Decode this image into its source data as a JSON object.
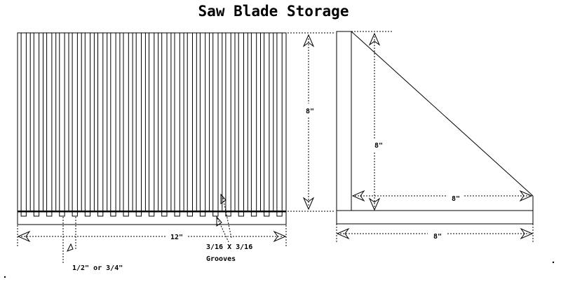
{
  "title": "Saw Blade Storage",
  "front_view": {
    "width_label": "12\"",
    "height_label": "8\"",
    "spacer_label": "1/2\" or 3/4\"",
    "groove_label_line1": "3/16 X 3/16",
    "groove_label_line2": "Grooves"
  },
  "side_view": {
    "upright_height_label": "8\"",
    "brace_label": "8\"",
    "base_label": "8\""
  }
}
